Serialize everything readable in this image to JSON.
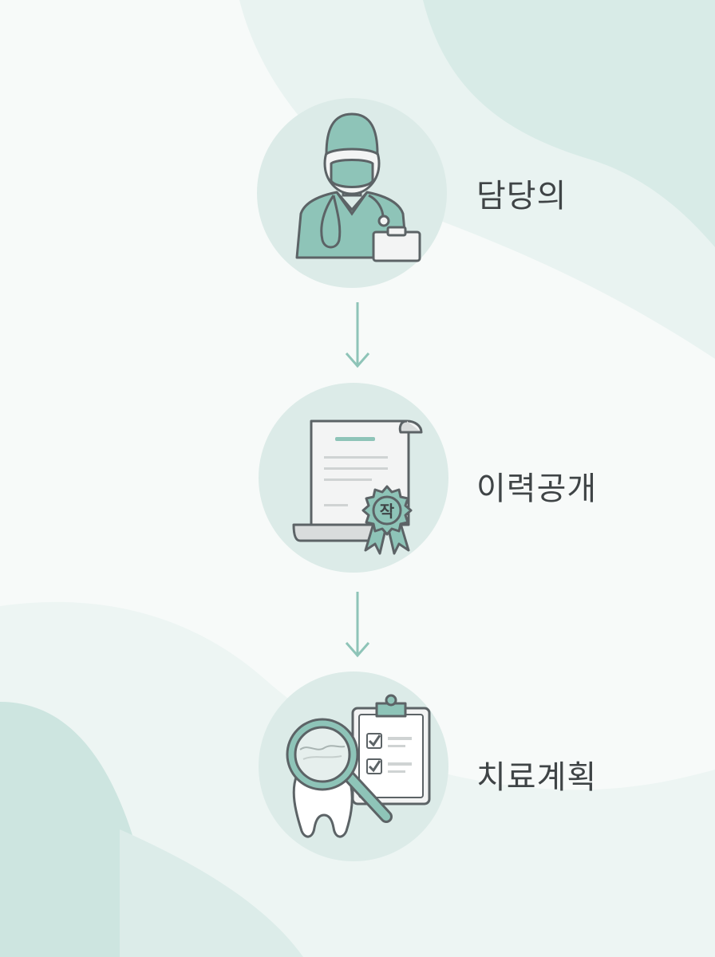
{
  "steps": [
    {
      "label": "담당의",
      "icon": "doctor-icon"
    },
    {
      "label": "이력공개",
      "icon": "certificate-icon",
      "badge_text": "작"
    },
    {
      "label": "치료계획",
      "icon": "dental-plan-icon"
    }
  ],
  "colors": {
    "background": "#f7faf9",
    "circle": "#dcebe8",
    "accent": "#7fb9ad",
    "stroke": "#5c6366",
    "text": "#3f4446"
  }
}
